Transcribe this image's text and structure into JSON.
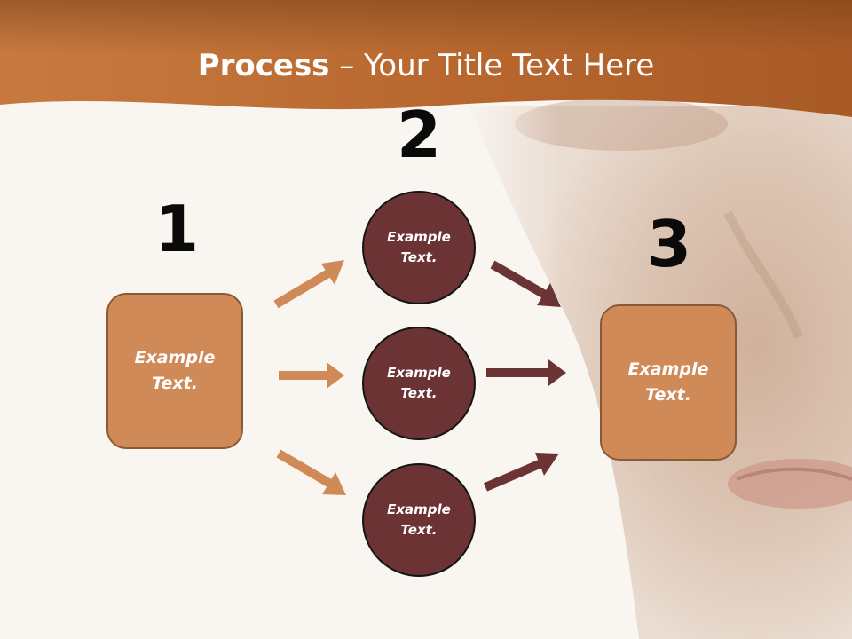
{
  "title": {
    "bold": "Process",
    "rest": " – Your Title Text Here"
  },
  "steps": [
    {
      "number": "1",
      "label": "Example Text."
    },
    {
      "number": "2",
      "labels": [
        "Example Text.",
        "Example Text.",
        "Example Text."
      ]
    },
    {
      "number": "3",
      "label": "Example Text."
    }
  ],
  "colors": {
    "header": "#b8682f",
    "box_fill": "#d08a58",
    "circle_fill": "#6b3333",
    "arrow_light": "#d08a58",
    "arrow_dark": "#6b3333",
    "background": "#f9f5f1"
  }
}
